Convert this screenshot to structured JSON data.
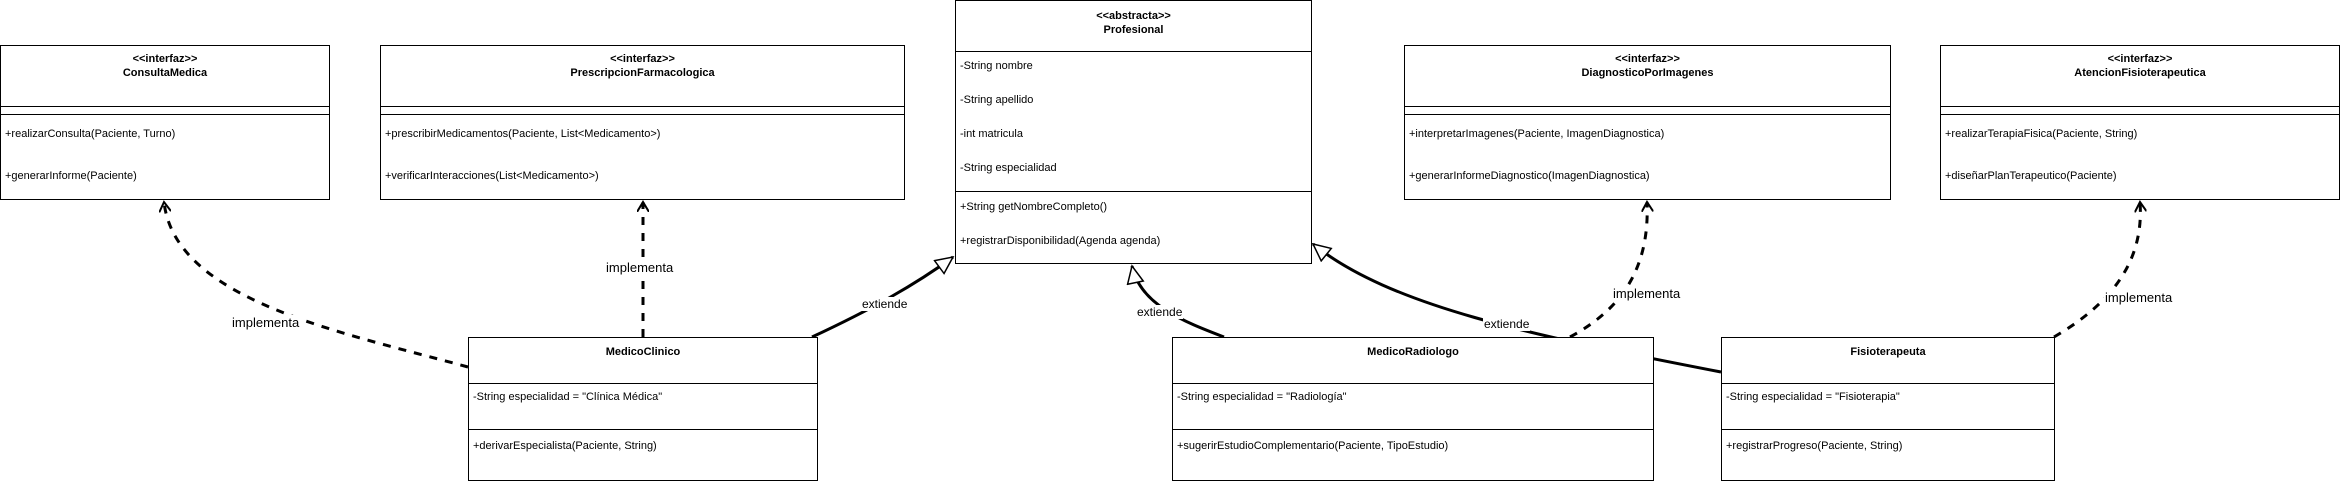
{
  "classes": {
    "profesional": {
      "stereotype": "<<abstracta>>",
      "name": "Profesional",
      "attributes": [
        "-String nombre",
        "-String apellido",
        "-int matricula",
        "-String especialidad"
      ],
      "methods": [
        "+String getNombreCompleto()",
        "+registrarDisponibilidad(Agenda agenda)"
      ]
    },
    "consulta_medica": {
      "stereotype": "<<interfaz>>",
      "name": "ConsultaMedica",
      "attributes": [],
      "methods": [
        "+realizarConsulta(Paciente, Turno)",
        "+generarInforme(Paciente)"
      ]
    },
    "prescripcion": {
      "stereotype": "<<interfaz>>",
      "name": "PrescripcionFarmacologica",
      "attributes": [],
      "methods": [
        "+prescribirMedicamentos(Paciente, List<Medicamento>)",
        "+verificarInteracciones(List<Medicamento>)"
      ]
    },
    "diagnostico": {
      "stereotype": "<<interfaz>>",
      "name": "DiagnosticoPorImagenes",
      "attributes": [],
      "methods": [
        "+interpretarImagenes(Paciente, ImagenDiagnostica)",
        "+generarInformeDiagnostico(ImagenDiagnostica)"
      ]
    },
    "atencion_fisio": {
      "stereotype": "<<interfaz>>",
      "name": "AtencionFisioterapeutica",
      "attributes": [],
      "methods": [
        "+realizarTerapiaFisica(Paciente, String)",
        "+diseñarPlanTerapeutico(Paciente)"
      ]
    },
    "medico_clinico": {
      "stereotype": "",
      "name": "MedicoClinico",
      "attributes": [
        "-String especialidad = \"Clínica Médica\""
      ],
      "methods": [
        "+derivarEspecialista(Paciente, String)"
      ]
    },
    "medico_radiologo": {
      "stereotype": "",
      "name": "MedicoRadiologo",
      "attributes": [
        "-String especialidad = \"Radiología\""
      ],
      "methods": [
        "+sugerirEstudioComplementario(Paciente, TipoEstudio)"
      ]
    },
    "fisioterapeuta": {
      "stereotype": "",
      "name": "Fisioterapeuta",
      "attributes": [
        "-String especialidad = \"Fisioterapia\""
      ],
      "methods": [
        "+registrarProgreso(Paciente, String)"
      ]
    }
  },
  "edge_labels": {
    "implementa": "implementa",
    "extiende": "extiende"
  },
  "colors": {
    "stroke": "#000000",
    "background": "#ffffff"
  }
}
